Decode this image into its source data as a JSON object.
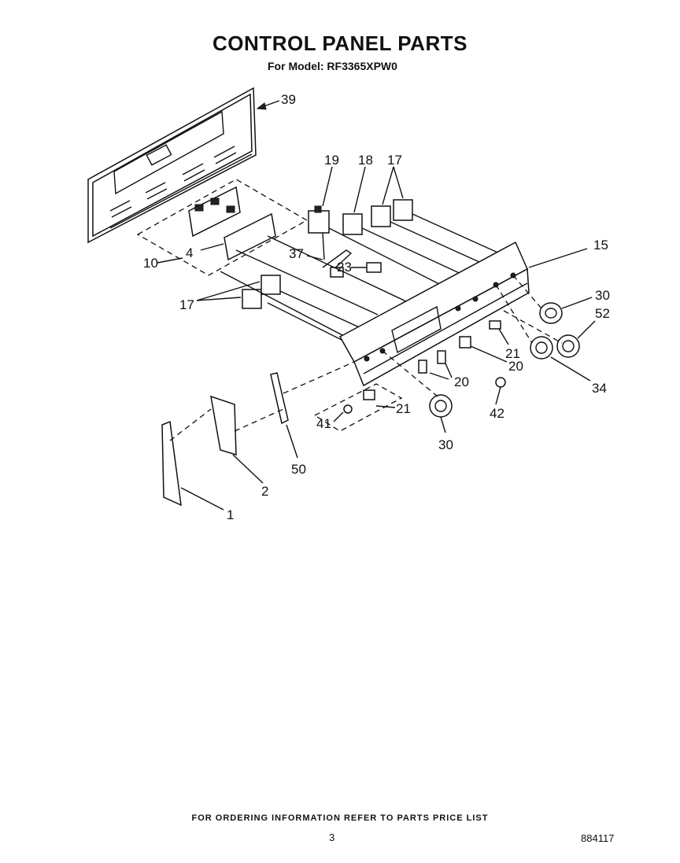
{
  "header": {
    "title": "CONTROL PANEL PARTS",
    "subtitle": "For Model: RF3365XPW0"
  },
  "callouts": {
    "c1": "1",
    "c2": "2",
    "c4": "4",
    "c10": "10",
    "c15": "15",
    "c17a": "17",
    "c17b": "17",
    "c18": "18",
    "c19": "19",
    "c20a": "20",
    "c20b": "20",
    "c21a": "21",
    "c21b": "21",
    "c23": "23",
    "c30a": "30",
    "c30b": "30",
    "c34": "34",
    "c37": "37",
    "c39": "39",
    "c41": "41",
    "c42": "42",
    "c50": "50",
    "c52": "52"
  },
  "footer": {
    "note": "FOR ORDERING INFORMATION REFER TO PARTS PRICE LIST",
    "page": "3",
    "doc_number": "884117"
  }
}
